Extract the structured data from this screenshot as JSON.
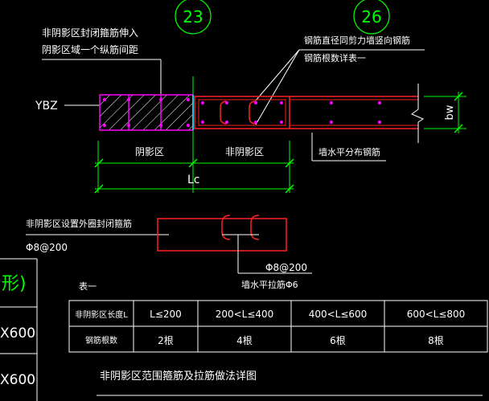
{
  "axes": {
    "left": "23",
    "right": "26"
  },
  "notes": {
    "hoop_extend_line1": "非阴影区封闭箍筋伸入",
    "hoop_extend_line2": "阴影区域一个纵筋间距",
    "rebar_dia_line1": "钢筋直径同剪力墙竖向钢筋",
    "rebar_dia_line2": "钢筋根数详表一",
    "ybz": "YBZ",
    "bw": "bw",
    "shadow_zone": "阴影区",
    "non_shadow_zone": "非阴影区",
    "wall_horizontal": "墙水平分布钢筋",
    "lc": "Lc",
    "outer_hoop": "非阴影区设置外圈封闭箍筋",
    "spacing_left": "Φ8@200",
    "spacing_right": "Φ8@200",
    "tie_bar": "墙水平拉筋Φ6",
    "table_title": "表一",
    "detail_title": "非阴影区范围箍筋及拉筋做法详图",
    "side_frag_1": "形)",
    "side_frag_2": "X600",
    "side_frag_3": "X600"
  },
  "table": {
    "row1_header": "非阴影区长度L",
    "row2_header": "钢筋根数",
    "ranges": [
      "L≤200",
      "200<L≤400",
      "400<L≤600",
      "600<L≤800"
    ],
    "counts": [
      "2根",
      "4根",
      "6根",
      "8根"
    ]
  },
  "colors": {
    "background": "#000000",
    "white": "#ffffff",
    "green": "#00ff00",
    "red": "#ff2020",
    "magenta": "#ff00ff",
    "cyan": "#00ffff"
  }
}
